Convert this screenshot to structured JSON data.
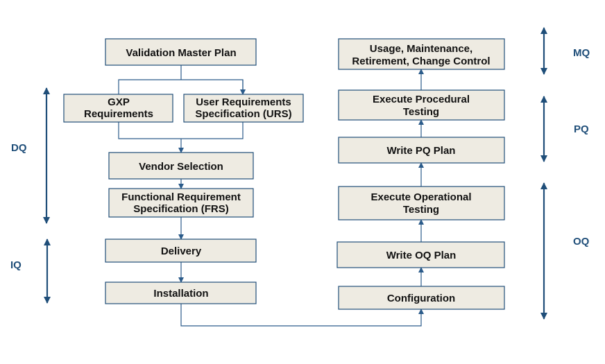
{
  "boxes": {
    "vmp": [
      "Validation Master Plan"
    ],
    "gxp": [
      "GXP",
      "Requirements"
    ],
    "urs": [
      "User Requirements",
      "Specification (URS)"
    ],
    "vendor": [
      "Vendor Selection"
    ],
    "frs": [
      "Functional Requirement",
      "Specification (FRS)"
    ],
    "delivery": [
      "Delivery"
    ],
    "installation": [
      "Installation"
    ],
    "configuration": [
      "Configuration"
    ],
    "write_oq": [
      "Write OQ Plan"
    ],
    "exec_oq": [
      "Execute Operational",
      "Testing"
    ],
    "write_pq": [
      "Write PQ Plan"
    ],
    "exec_pq": [
      "Execute Procedural",
      "Testing"
    ],
    "usage": [
      "Usage, Maintenance,",
      "Retirement, Change Control"
    ]
  },
  "phases": {
    "dq": "DQ",
    "iq": "IQ",
    "mq": "MQ",
    "pq": "PQ",
    "oq": "OQ"
  },
  "colors": {
    "box_fill": "#eeebe2",
    "box_border": "#1f4e79",
    "connector": "#2b5b8a",
    "phase": "#1f4e79"
  }
}
